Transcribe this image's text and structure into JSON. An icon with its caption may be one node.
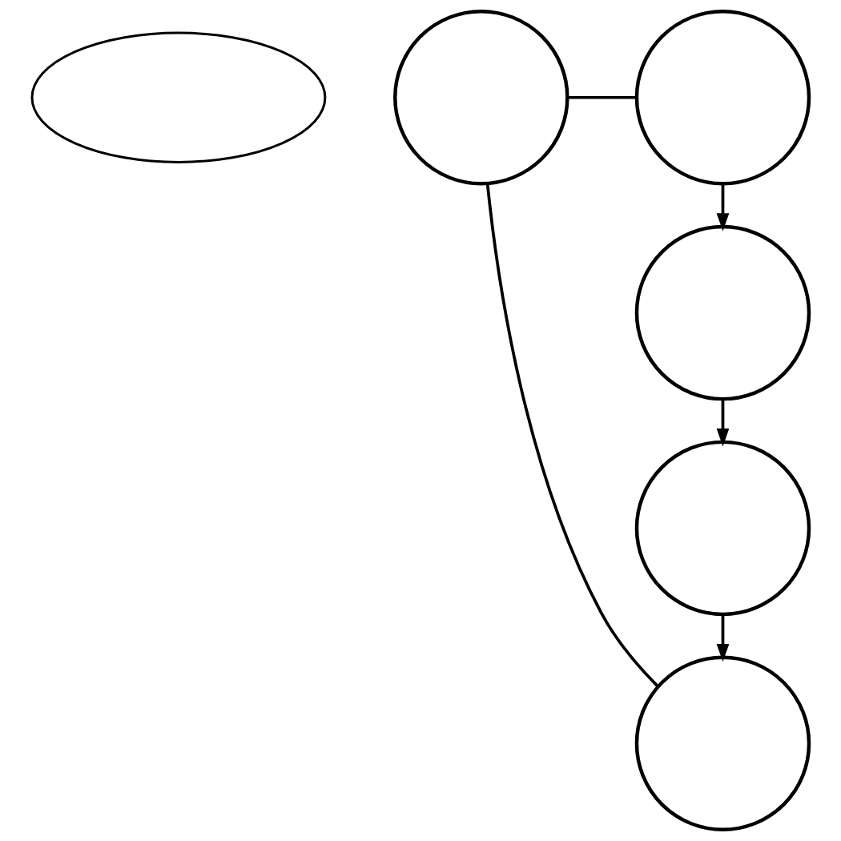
{
  "diagram": {
    "nodes": [
      {
        "text": [],
        "shape": "ellipse"
      },
      {
        "text": [],
        "shape": "circle"
      },
      {
        "text": [],
        "shape": "circle"
      },
      {
        "text": [],
        "shape": "circle"
      },
      {
        "text": [],
        "shape": "circle"
      },
      {
        "text": [],
        "shape": "circle"
      }
    ],
    "edges": [
      {
        "from": 1,
        "to": 2,
        "arrow": "none"
      },
      {
        "from": 1,
        "to": 5,
        "arrow": "none"
      },
      {
        "from": 2,
        "to": 3,
        "arrow": "to"
      },
      {
        "from": 3,
        "to": 4,
        "arrow": "to"
      },
      {
        "from": 4,
        "to": 5,
        "arrow": "to"
      }
    ]
  }
}
